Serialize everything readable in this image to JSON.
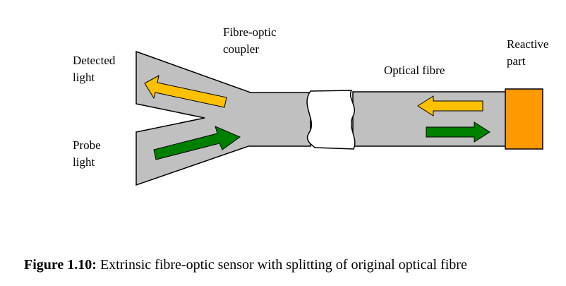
{
  "labels": {
    "detected": [
      "Detected",
      "light"
    ],
    "probe": [
      "Probe",
      "light"
    ],
    "coupler": [
      "Fibre-optic",
      "coupler"
    ],
    "optical_fibre": "Optical fibre",
    "reactive": [
      "Reactive",
      "part"
    ]
  },
  "caption": {
    "label": "Figure 1.10:",
    "text": " Extrinsic fibre-optic sensor with splitting of original optical fibre"
  },
  "colors": {
    "fibre": "#c0c0c0",
    "outline": "#000000",
    "detected_arrow": "#ffc000",
    "probe_arrow": "#008000",
    "reactive_part": "#ff9900",
    "break_gap": "#ffffff"
  },
  "icons": {
    "detected_arrow": "arrow-left",
    "probe_arrow": "arrow-right"
  }
}
